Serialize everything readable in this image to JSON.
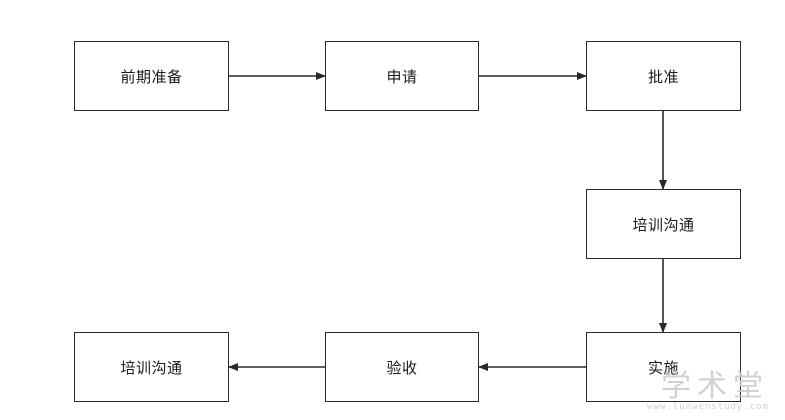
{
  "nodes": [
    {
      "id": "n1",
      "label": "前期准备"
    },
    {
      "id": "n2",
      "label": "申请"
    },
    {
      "id": "n3",
      "label": "批准"
    },
    {
      "id": "n4",
      "label": "培训沟通"
    },
    {
      "id": "n5",
      "label": "实施"
    },
    {
      "id": "n6",
      "label": "验收"
    },
    {
      "id": "n7",
      "label": "培训沟通"
    }
  ],
  "edges": [
    {
      "from": "n1",
      "to": "n2"
    },
    {
      "from": "n2",
      "to": "n3"
    },
    {
      "from": "n3",
      "to": "n4"
    },
    {
      "from": "n4",
      "to": "n5"
    },
    {
      "from": "n5",
      "to": "n6"
    },
    {
      "from": "n6",
      "to": "n7"
    }
  ],
  "watermark": {
    "text": "学术堂",
    "url": "www.lunwenstudy.com"
  },
  "colors": {
    "stroke": "#2a2a2a",
    "text": "#1a1a1a",
    "background": "#ffffff",
    "watermark": "#c9c9c9"
  }
}
